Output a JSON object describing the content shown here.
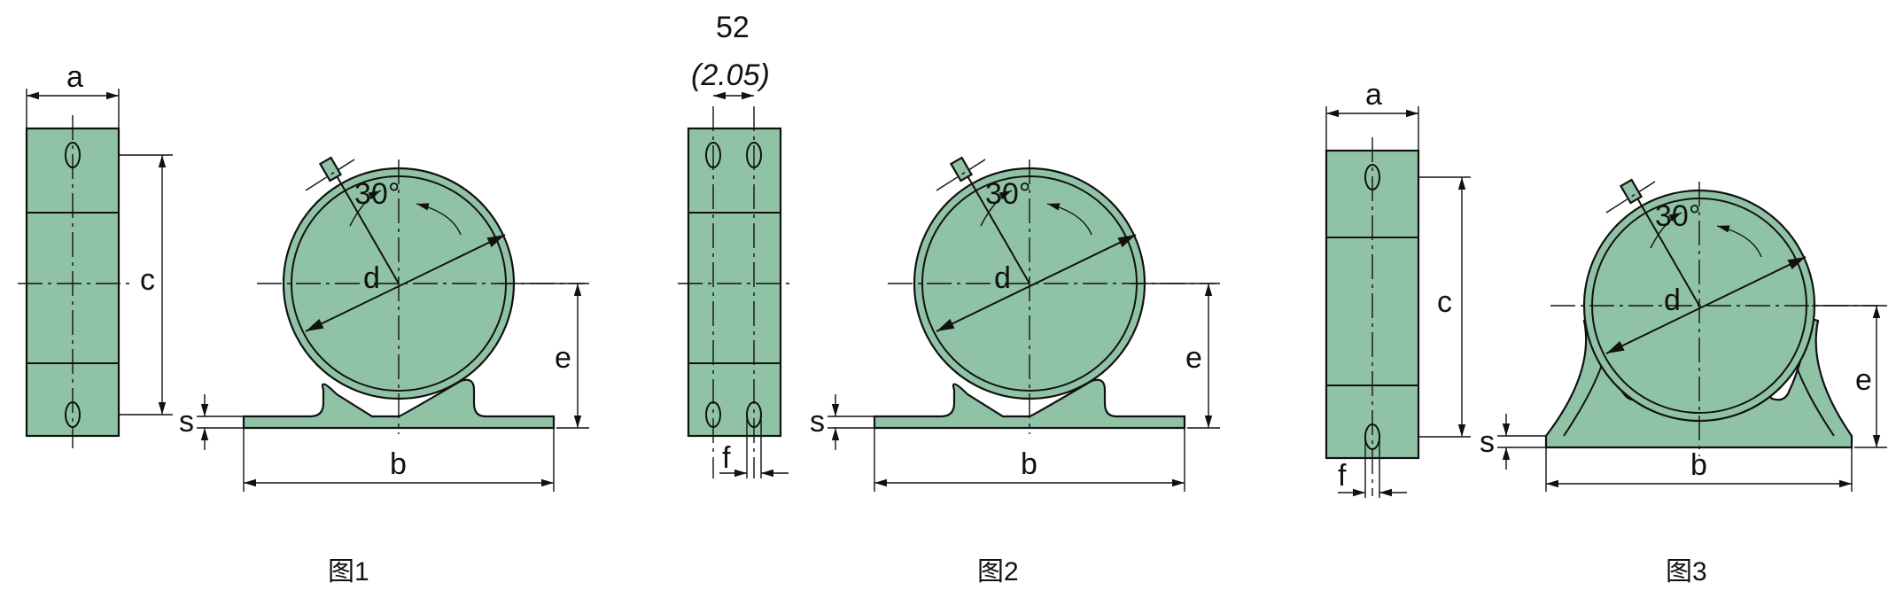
{
  "figures": [
    {
      "caption": "图1",
      "labels": {
        "a": "a",
        "b": "b",
        "c": "c",
        "d": "d",
        "e": "e",
        "s": "s",
        "angle": "30°"
      }
    },
    {
      "caption": "图2",
      "top_value": "52",
      "top_value_alt": "(2.05)",
      "labels": {
        "b": "b",
        "d": "d",
        "e": "e",
        "f": "f",
        "s": "s",
        "angle": "30°"
      }
    },
    {
      "caption": "图3",
      "labels": {
        "a": "a",
        "b": "b",
        "c": "c",
        "d": "d",
        "e": "e",
        "f": "f",
        "s": "s",
        "angle": "30°"
      }
    }
  ],
  "colors": {
    "body_fill": "#90c3a6",
    "outline": "#111111"
  }
}
